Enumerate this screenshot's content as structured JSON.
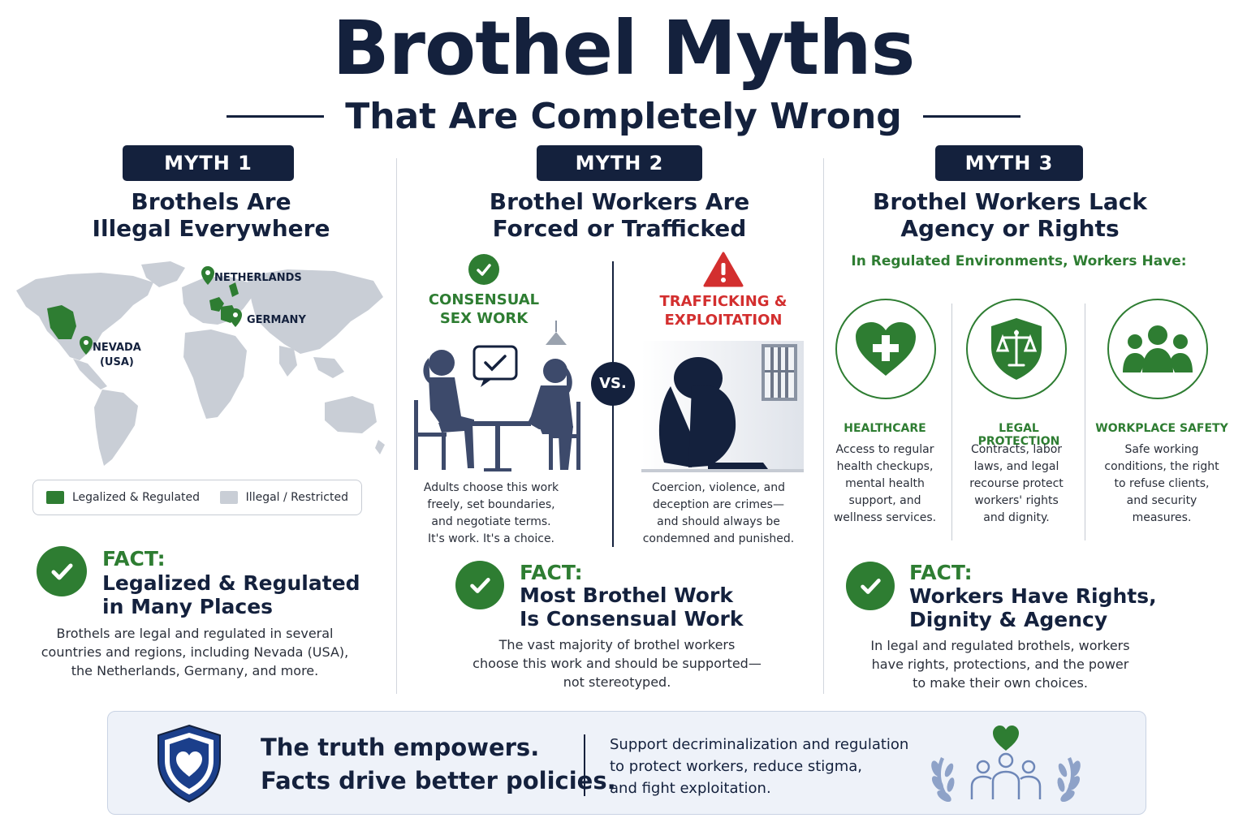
{
  "title": "Brothel Myths",
  "subtitle": "That Are Completely Wrong",
  "myths": [
    {
      "badge": "MYTH 1",
      "heading": [
        "Brothels Are",
        "Illegal Everywhere"
      ],
      "map_labels": {
        "netherlands": "NETHERLANDS",
        "germany": "GERMANY",
        "nevada": [
          "NEVADA",
          "(USA)"
        ]
      },
      "legend": {
        "legalized": "Legalized & Regulated",
        "illegal": "Illegal / Restricted"
      },
      "fact_label": "FACT:",
      "fact_heading": [
        "Legalized & Regulated",
        "in Many Places"
      ],
      "fact_body": [
        "Brothels are legal and regulated in several",
        "countries and regions, including Nevada (USA),",
        "the Netherlands, Germany, and more."
      ]
    },
    {
      "badge": "MYTH 2",
      "heading": [
        "Brothel Workers Are",
        "Forced or Trafficked"
      ],
      "left_title": [
        "CONSENSUAL",
        "SEX WORK"
      ],
      "left_text": [
        "Adults choose this work",
        "freely, set boundaries,",
        "and negotiate terms.",
        "It's work. It's a choice."
      ],
      "vs": "VS.",
      "right_title": [
        "TRAFFICKING &",
        "EXPLOITATION"
      ],
      "right_text": [
        "Coercion, violence, and",
        "deception are crimes—",
        "and should always be",
        "condemned and punished."
      ],
      "fact_label": "FACT:",
      "fact_heading": [
        "Most Brothel Work",
        "Is Consensual Work"
      ],
      "fact_body": [
        "The vast majority of brothel workers",
        "choose this work and should be supported—",
        "not stereotyped."
      ]
    },
    {
      "badge": "MYTH 3",
      "heading": [
        "Brothel Workers Lack",
        "Agency or Rights"
      ],
      "intro": "In  Regulated Environments,  Workers Have:",
      "rights": [
        {
          "icon": "heart-plus-icon",
          "title": "HEALTHCARE",
          "text": [
            "Access to regular",
            "health checkups,",
            "mental health",
            "support, and",
            "wellness services."
          ]
        },
        {
          "icon": "scales-shield-icon",
          "title": "LEGAL PROTECTION",
          "text": [
            "Contracts, labor",
            "laws, and legal",
            "recourse protect",
            "workers' rights",
            "and dignity."
          ]
        },
        {
          "icon": "people-group-icon",
          "title": "WORKPLACE SAFETY",
          "text": [
            "Safe working",
            "conditions, the right",
            "to refuse clients,",
            "and security",
            "measures."
          ]
        }
      ],
      "fact_label": "FACT:",
      "fact_heading": [
        "Workers Have Rights,",
        "Dignity & Agency"
      ],
      "fact_body": [
        "In legal and regulated brothels, workers",
        "have rights, protections, and the power",
        "to make their own choices."
      ]
    }
  ],
  "banner": {
    "main": [
      "The truth empowers.",
      "Facts drive better policies."
    ],
    "sub": [
      "Support decriminalization and regulation",
      "to protect workers, reduce stigma,",
      "and fight exploitation."
    ]
  },
  "colors": {
    "navy": "#14213d",
    "green": "#2e7d32",
    "red": "#d32f2f",
    "map_gray": "#c9ced6"
  }
}
